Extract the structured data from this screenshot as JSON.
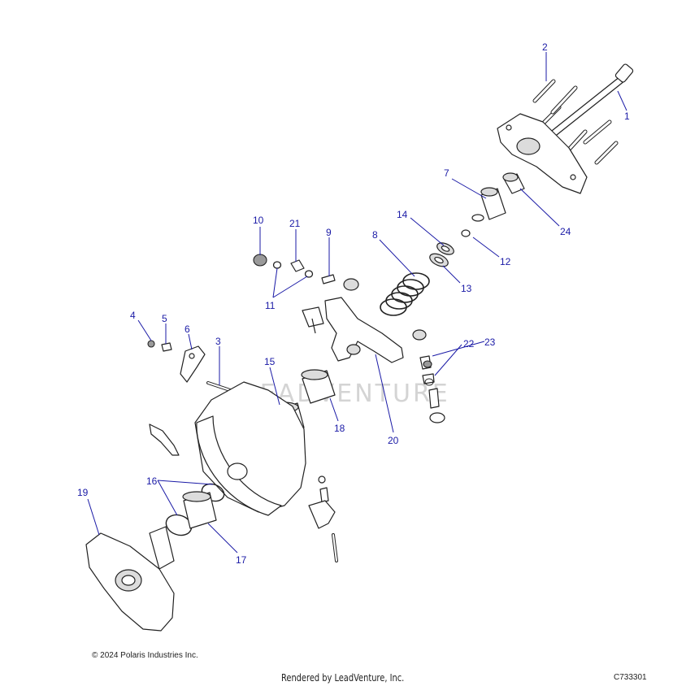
{
  "diagram": {
    "callouts": [
      "1",
      "2",
      "3",
      "4",
      "5",
      "6",
      "7",
      "8",
      "9",
      "10",
      "11",
      "12",
      "13",
      "14",
      "15",
      "16",
      "17",
      "18",
      "19",
      "20",
      "21",
      "22",
      "23",
      "24"
    ],
    "watermark": "LEADVENTURE"
  },
  "footer": {
    "copyright": "© 2024 Polaris Industries Inc.",
    "rendered_by": "Rendered by LeadVenture, Inc.",
    "diagram_code": "C733301"
  }
}
